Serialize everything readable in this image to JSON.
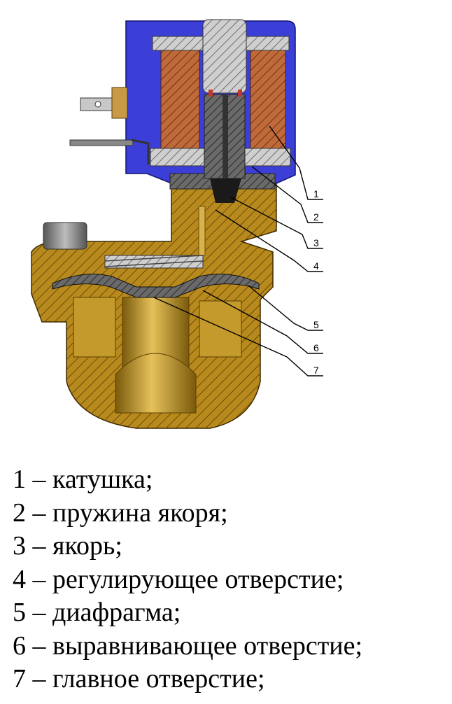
{
  "colors": {
    "coil_housing": "#3b3fd8",
    "coil_winding": "#c06a3a",
    "brass_body": "#b88a1e",
    "steel_parts": "#c8c8c8",
    "dark_steel": "#5a5a5a",
    "callout_line": "#000000"
  },
  "callouts": [
    "1",
    "2",
    "3",
    "4",
    "5",
    "6",
    "7"
  ],
  "legend": [
    "1 – катушка;",
    "2 – пружина якоря;",
    "3 – якорь;",
    "4 – регулирующее отверстие;",
    "5 – диафрагма;",
    "6 – выравнивающее отверстие;",
    "7 – главное отверстие;"
  ]
}
